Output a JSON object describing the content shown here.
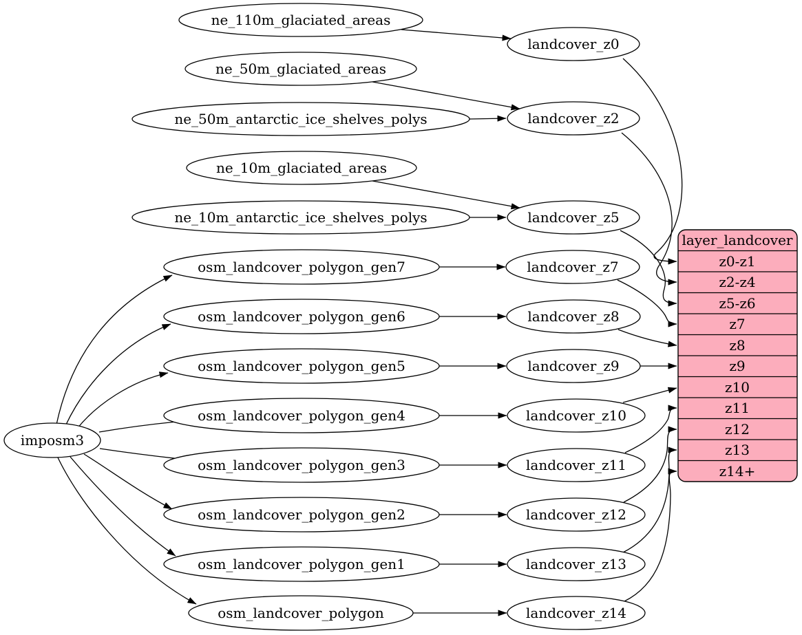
{
  "diagram": {
    "kind": "graphviz-dependency-diagram",
    "background_color": "#ffffff",
    "node_fill": "#ffffff",
    "node_stroke": "#000000",
    "record_fill": "#fcadbc",
    "importer": {
      "label": "imposm3"
    },
    "sources": [
      "ne_110m_glaciated_areas",
      "ne_50m_glaciated_areas",
      "ne_50m_antarctic_ice_shelves_polys",
      "ne_10m_glaciated_areas",
      "ne_10m_antarctic_ice_shelves_polys",
      "osm_landcover_polygon_gen7",
      "osm_landcover_polygon_gen6",
      "osm_landcover_polygon_gen5",
      "osm_landcover_polygon_gen4",
      "osm_landcover_polygon_gen3",
      "osm_landcover_polygon_gen2",
      "osm_landcover_polygon_gen1",
      "osm_landcover_polygon"
    ],
    "stages": [
      "landcover_z0",
      "landcover_z2",
      "landcover_z5",
      "landcover_z7",
      "landcover_z8",
      "landcover_z9",
      "landcover_z10",
      "landcover_z11",
      "landcover_z12",
      "landcover_z13",
      "landcover_z14"
    ],
    "record": {
      "title": "layer_landcover",
      "rows": [
        "z0-z1",
        "z2-z4",
        "z5-z6",
        "z7",
        "z8",
        "z9",
        "z10",
        "z11",
        "z12",
        "z13",
        "z14+"
      ]
    },
    "edges": [
      {
        "from": "imposm3",
        "to": "osm_landcover_polygon_gen7"
      },
      {
        "from": "imposm3",
        "to": "osm_landcover_polygon_gen6"
      },
      {
        "from": "imposm3",
        "to": "osm_landcover_polygon_gen5"
      },
      {
        "from": "imposm3",
        "to": "osm_landcover_polygon_gen4"
      },
      {
        "from": "imposm3",
        "to": "osm_landcover_polygon_gen3"
      },
      {
        "from": "imposm3",
        "to": "osm_landcover_polygon_gen2"
      },
      {
        "from": "imposm3",
        "to": "osm_landcover_polygon_gen1"
      },
      {
        "from": "imposm3",
        "to": "osm_landcover_polygon"
      },
      {
        "from": "ne_110m_glaciated_areas",
        "to": "landcover_z0"
      },
      {
        "from": "ne_50m_glaciated_areas",
        "to": "landcover_z2"
      },
      {
        "from": "ne_50m_antarctic_ice_shelves_polys",
        "to": "landcover_z2"
      },
      {
        "from": "ne_10m_glaciated_areas",
        "to": "landcover_z5"
      },
      {
        "from": "ne_10m_antarctic_ice_shelves_polys",
        "to": "landcover_z5"
      },
      {
        "from": "osm_landcover_polygon_gen7",
        "to": "landcover_z7"
      },
      {
        "from": "osm_landcover_polygon_gen6",
        "to": "landcover_z8"
      },
      {
        "from": "osm_landcover_polygon_gen5",
        "to": "landcover_z9"
      },
      {
        "from": "osm_landcover_polygon_gen4",
        "to": "landcover_z10"
      },
      {
        "from": "osm_landcover_polygon_gen3",
        "to": "landcover_z11"
      },
      {
        "from": "osm_landcover_polygon_gen2",
        "to": "landcover_z12"
      },
      {
        "from": "osm_landcover_polygon_gen1",
        "to": "landcover_z13"
      },
      {
        "from": "osm_landcover_polygon",
        "to": "landcover_z14"
      },
      {
        "from": "landcover_z0",
        "to": "layer_landcover:z0-z1"
      },
      {
        "from": "landcover_z2",
        "to": "layer_landcover:z2-z4"
      },
      {
        "from": "landcover_z5",
        "to": "layer_landcover:z5-z6"
      },
      {
        "from": "landcover_z7",
        "to": "layer_landcover:z7"
      },
      {
        "from": "landcover_z8",
        "to": "layer_landcover:z8"
      },
      {
        "from": "landcover_z9",
        "to": "layer_landcover:z9"
      },
      {
        "from": "landcover_z10",
        "to": "layer_landcover:z10"
      },
      {
        "from": "landcover_z11",
        "to": "layer_landcover:z11"
      },
      {
        "from": "landcover_z12",
        "to": "layer_landcover:z12"
      },
      {
        "from": "landcover_z13",
        "to": "layer_landcover:z13"
      },
      {
        "from": "landcover_z14",
        "to": "layer_landcover:z14+"
      }
    ]
  }
}
